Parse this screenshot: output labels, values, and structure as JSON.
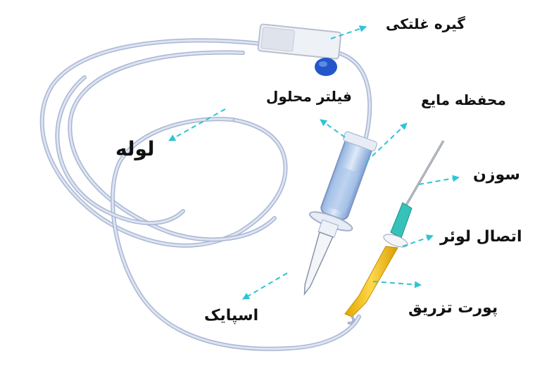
{
  "labels": {
    "roller_clamp": "گیره غلتکی",
    "solution_filter": "فیلتر محلول",
    "drip_chamber": "محفظه مایع",
    "tubing": "لوله",
    "needle": "سوزن",
    "luer_connector": "اتصال لوئر",
    "injection_port": "پورت تزریق",
    "spike": "اسپایک"
  },
  "colors": {
    "arrow": "#2ec4d6",
    "tube": "#c9d3e8",
    "tube_edge": "#a9b6d3",
    "clamp_wheel": "#2357c9",
    "luer_hub": "#36c2b9",
    "injection_port": "#f2c21b"
  }
}
